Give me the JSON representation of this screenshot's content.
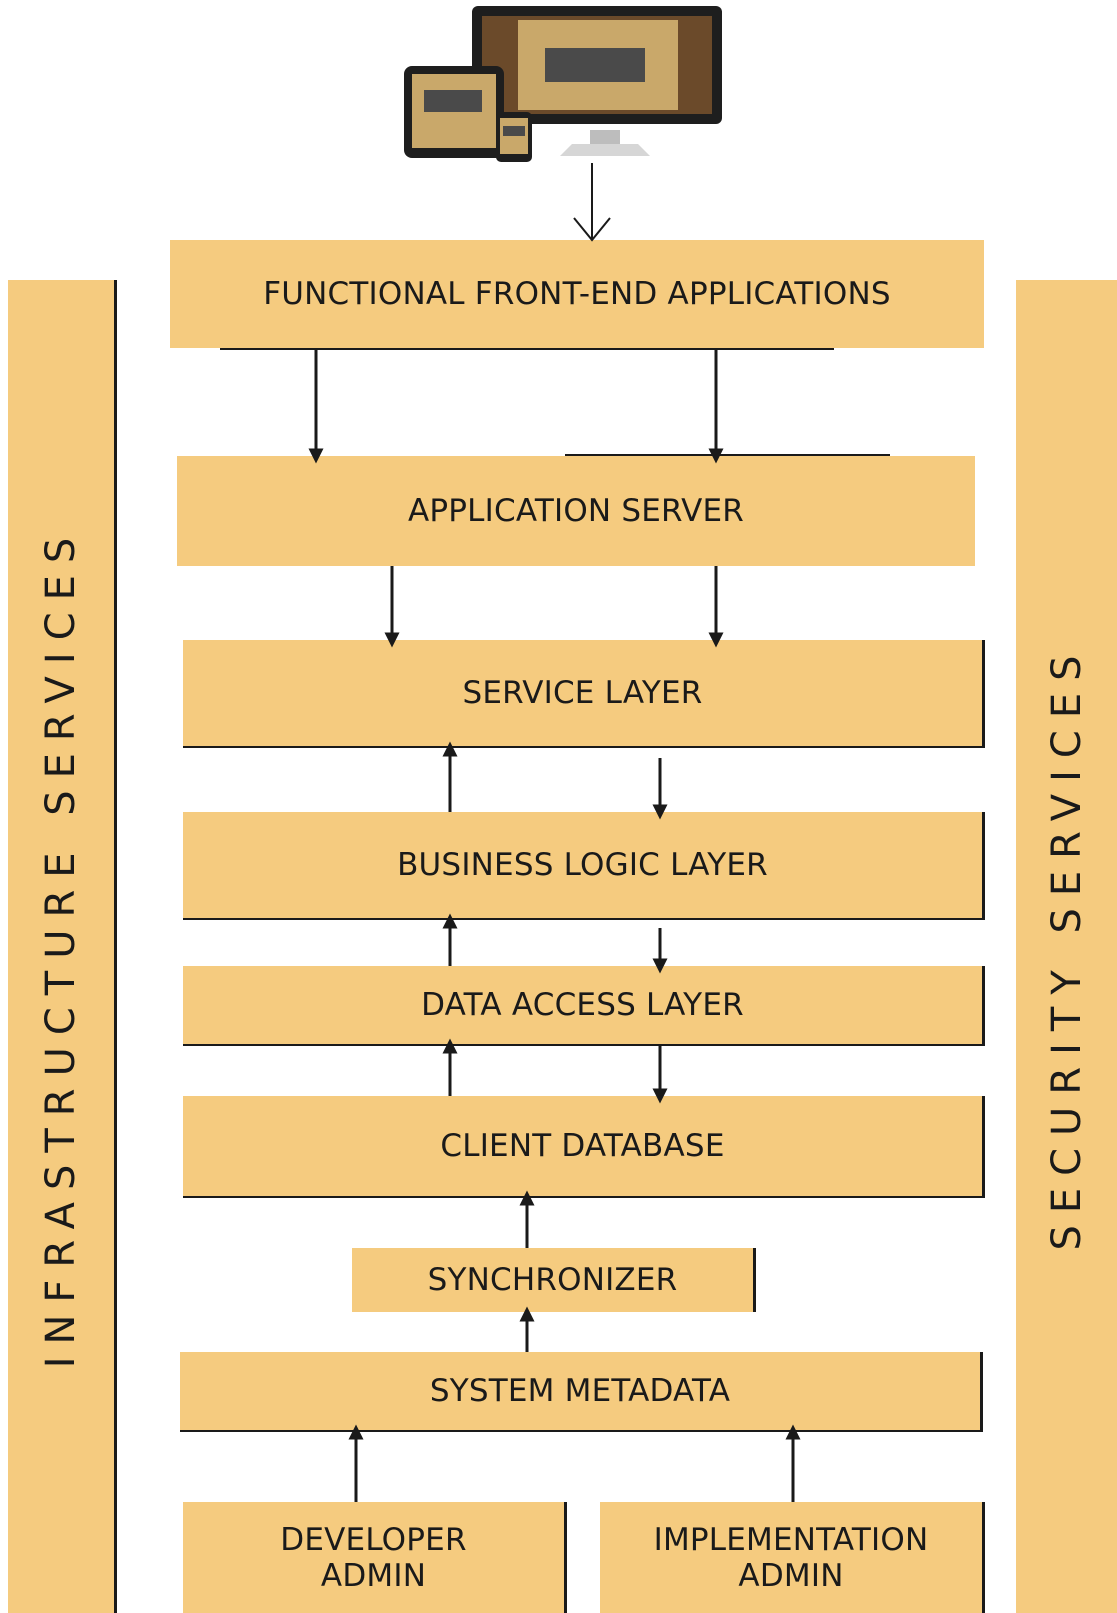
{
  "layers": {
    "frontend": "FUNCTIONAL FRONT-END APPLICATIONS",
    "app_server": "APPLICATION SERVER",
    "service": "SERVICE LAYER",
    "business": "BUSINESS LOGIC LAYER",
    "data_access": "DATA ACCESS LAYER",
    "client_db": "CLIENT DATABASE",
    "synchronizer": "SYNCHRONIZER",
    "metadata": "SYSTEM METADATA",
    "dev_admin": [
      "DEVELOPER",
      "ADMIN"
    ],
    "impl_admin": [
      "IMPLEMENTATION",
      "ADMIN"
    ]
  },
  "side_panels": {
    "left": "INFRASTRUCTURE SERVICES",
    "right": "SECURITY SERVICES"
  },
  "colors": {
    "box_fill": "#f5cb7f",
    "line": "#1a1a1a"
  },
  "icons": {
    "devices": "responsive-devices-icon"
  }
}
